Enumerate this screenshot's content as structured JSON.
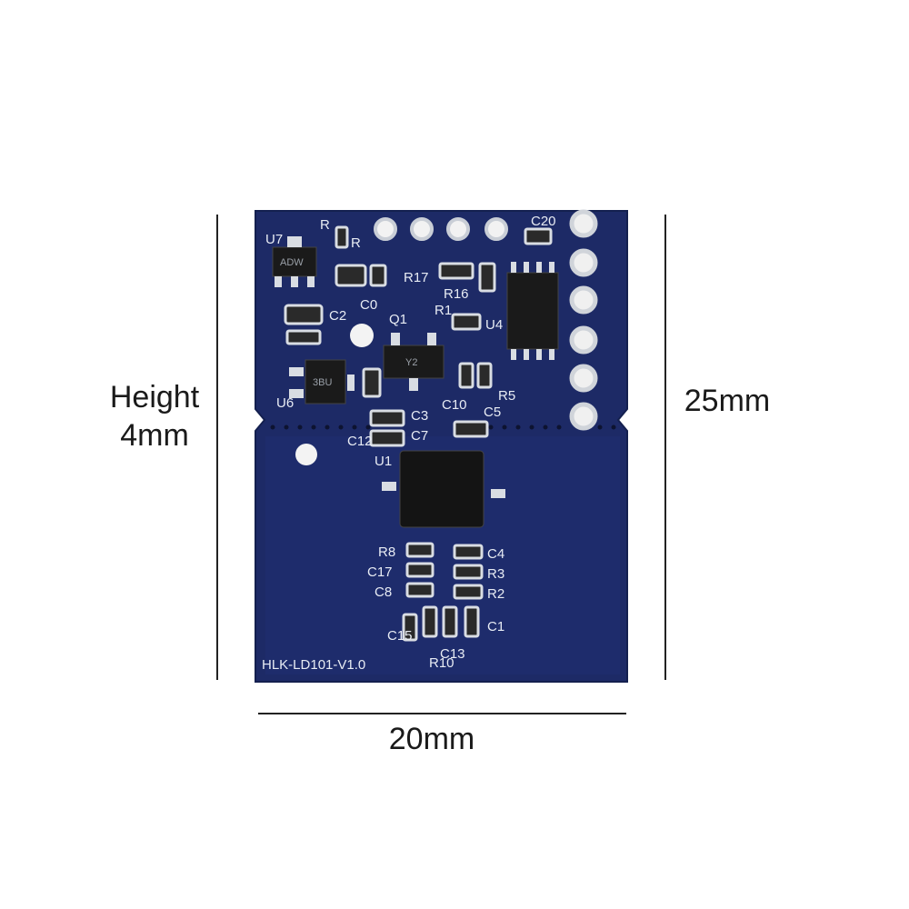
{
  "dimensions": {
    "height_label_line1": "Height",
    "height_label_line2": "4mm",
    "right_label": "25mm",
    "bottom_label": "20mm"
  },
  "board": {
    "model_label": "HLK-LD101-V1.0",
    "color": "#1d2a66",
    "silkscreen_color": "#e8ecf4",
    "pad_color": "#d9dde3",
    "ic_color": "#1a1a1a",
    "designators": [
      "U7",
      "R",
      "R",
      "C0",
      "C2",
      "Q1",
      "R17",
      "R16",
      "R1",
      "C20",
      "U4",
      "U6",
      "C12",
      "C3",
      "C7",
      "C10",
      "C5",
      "R5",
      "U1",
      "R8",
      "C17",
      "C8",
      "C4",
      "R3",
      "R2",
      "C15",
      "R10",
      "C13",
      "C1"
    ],
    "chip_marks": [
      "3BU",
      "Y2",
      "ADW"
    ]
  }
}
